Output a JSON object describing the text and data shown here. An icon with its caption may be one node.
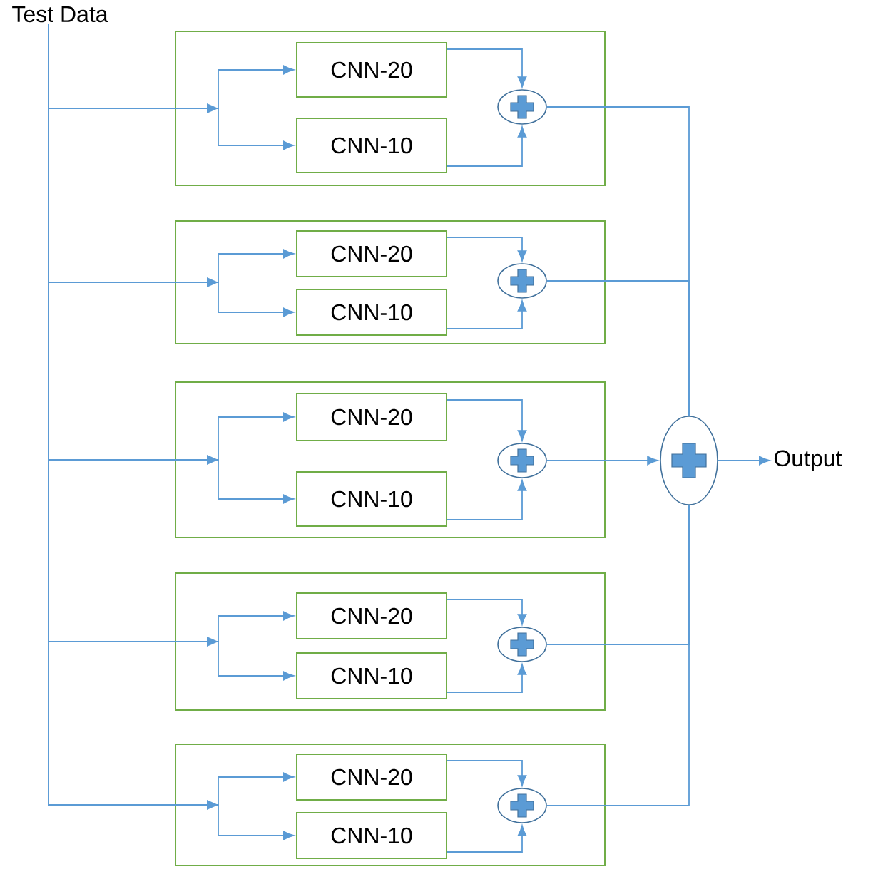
{
  "diagram": {
    "nodes": [
      {
        "text": [
          "Test Data"
        ]
      },
      {
        "text": [],
        "shape": "box"
      },
      {
        "text": [
          "CNN-20"
        ],
        "in": 1
      },
      {
        "text": [
          "CNN-10"
        ],
        "in": 1
      },
      {
        "text": [],
        "shape": "circle",
        "in": 1
      },
      {
        "text": [],
        "shape": "box"
      },
      {
        "text": [
          "CNN-20"
        ],
        "in": 5
      },
      {
        "text": [
          "CNN-10"
        ],
        "in": 5
      },
      {
        "text": [],
        "shape": "circle",
        "in": 5
      },
      {
        "text": [],
        "shape": "box"
      },
      {
        "text": [
          "CNN-20"
        ],
        "in": 9
      },
      {
        "text": [
          "CNN-10"
        ],
        "in": 9
      },
      {
        "text": [],
        "shape": "circle",
        "in": 9
      },
      {
        "text": [],
        "shape": "box"
      },
      {
        "text": [
          "CNN-20"
        ],
        "in": 13
      },
      {
        "text": [
          "CNN-10"
        ],
        "in": 13
      },
      {
        "text": [],
        "shape": "circle",
        "in": 13
      },
      {
        "text": [],
        "shape": "box"
      },
      {
        "text": [
          "CNN-20"
        ],
        "in": 17
      },
      {
        "text": [
          "CNN-10"
        ],
        "in": 17
      },
      {
        "text": [],
        "shape": "circle",
        "in": 17
      },
      {
        "text": [],
        "shape": "circle"
      },
      {
        "text": [
          "Output"
        ]
      }
    ],
    "edges": [
      {
        "from": 0,
        "to": 2,
        "arrow": "to"
      },
      {
        "from": 0,
        "to": 3,
        "arrow": "to"
      },
      {
        "from": 2,
        "to": 4,
        "arrow": "to"
      },
      {
        "from": 3,
        "to": 4,
        "arrow": "to"
      },
      {
        "from": 4,
        "to": 21,
        "arrow": "none"
      },
      {
        "from": 0,
        "to": 6,
        "arrow": "to"
      },
      {
        "from": 0,
        "to": 7,
        "arrow": "to"
      },
      {
        "from": 6,
        "to": 8,
        "arrow": "to"
      },
      {
        "from": 7,
        "to": 8,
        "arrow": "to"
      },
      {
        "from": 8,
        "to": 21,
        "arrow": "none"
      },
      {
        "from": 0,
        "to": 10,
        "arrow": "to"
      },
      {
        "from": 0,
        "to": 11,
        "arrow": "to"
      },
      {
        "from": 10,
        "to": 12,
        "arrow": "to"
      },
      {
        "from": 11,
        "to": 12,
        "arrow": "to"
      },
      {
        "from": 12,
        "to": 21,
        "arrow": "to"
      },
      {
        "from": 0,
        "to": 14,
        "arrow": "to"
      },
      {
        "from": 0,
        "to": 15,
        "arrow": "to"
      },
      {
        "from": 14,
        "to": 16,
        "arrow": "to"
      },
      {
        "from": 15,
        "to": 16,
        "arrow": "to"
      },
      {
        "from": 16,
        "to": 21,
        "arrow": "none"
      },
      {
        "from": 0,
        "to": 18,
        "arrow": "to"
      },
      {
        "from": 0,
        "to": 19,
        "arrow": "to"
      },
      {
        "from": 18,
        "to": 20,
        "arrow": "to"
      },
      {
        "from": 19,
        "to": 20,
        "arrow": "to"
      },
      {
        "from": 20,
        "to": 21,
        "arrow": "none"
      },
      {
        "from": 21,
        "to": 22,
        "arrow": "to"
      }
    ]
  }
}
